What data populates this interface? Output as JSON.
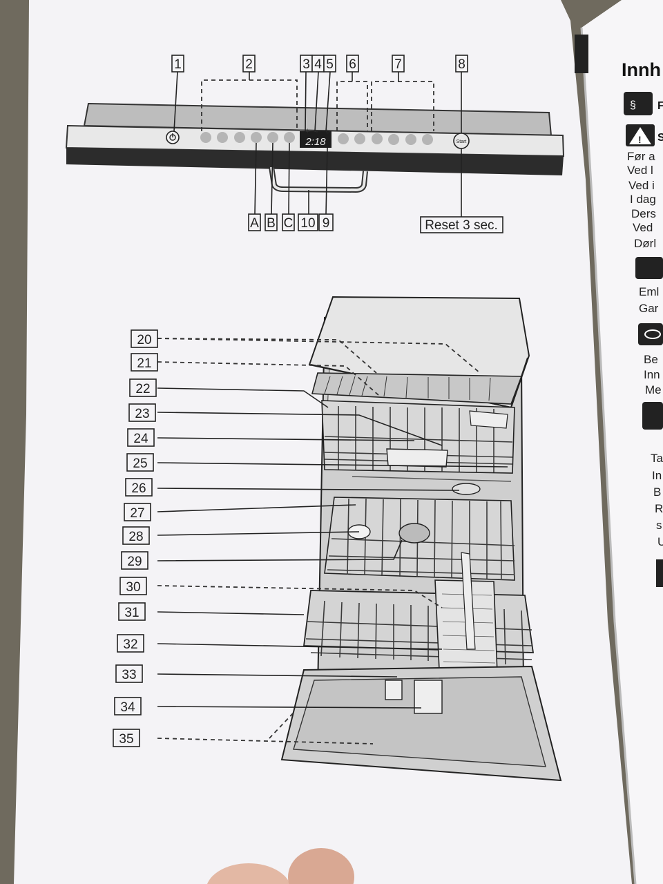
{
  "control_panel": {
    "top_labels": [
      "1",
      "2",
      "3",
      "4",
      "5",
      "6",
      "7",
      "8"
    ],
    "bottom_labels": [
      "A",
      "B",
      "C",
      "10",
      "9"
    ],
    "display_readout": "2:18",
    "start_label": "Start",
    "reset_label": "Reset 3 sec."
  },
  "appliance_labels": [
    "20",
    "21",
    "22",
    "23",
    "24",
    "25",
    "26",
    "27",
    "28",
    "29",
    "30",
    "31",
    "32",
    "33",
    "34",
    "35"
  ],
  "next_page": {
    "title_fragment": "Innh",
    "section_letters": [
      "F",
      "S"
    ],
    "text_lines": [
      "Før a",
      "Ved l",
      "Ved i",
      "I dag",
      "Ders",
      "Ved",
      "Dørl",
      "Eml",
      "Gar",
      "Be",
      "Inn",
      "Me",
      "Ta",
      "In",
      "B",
      "R",
      "s",
      "U"
    ]
  },
  "colors": {
    "paper": "#f4f3f6",
    "background": "#6f6a5e",
    "ink": "#222222",
    "dishwasher_fill": "#cfcfcf"
  }
}
